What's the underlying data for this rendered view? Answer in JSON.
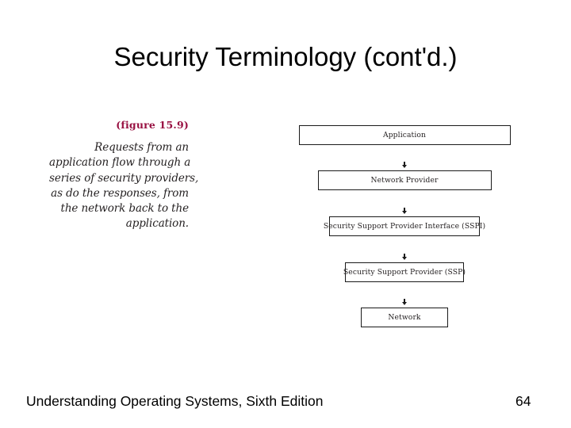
{
  "slide": {
    "title": "Security Terminology (cont'd.)",
    "background_color": "#ffffff"
  },
  "caption": {
    "figure_label": "(figure 15.9)",
    "figure_label_color": "#981041",
    "lines": [
      "Requests from an",
      "application flow through a",
      "series of security providers,",
      "as do the responses, from",
      "the network back to the",
      "application."
    ]
  },
  "flowchart": {
    "orientation": "vertical",
    "arrow_glyph": "down-triangle",
    "boxes": [
      {
        "label": "Application"
      },
      {
        "label": "Network Provider"
      },
      {
        "label": "Security Support Provider Interface (SSPI)"
      },
      {
        "label": "Security Support Provider (SSP)"
      },
      {
        "label": "Network"
      }
    ]
  },
  "footer": {
    "book_title": "Understanding Operating Systems, Sixth Edition",
    "page_number": "64"
  }
}
